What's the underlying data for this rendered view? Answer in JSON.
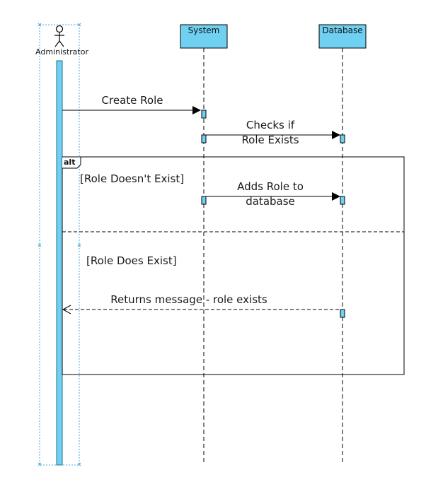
{
  "participants": {
    "actor": {
      "label": "Administrator",
      "icon": "stick-figure-actor"
    },
    "system": {
      "label": "System"
    },
    "database": {
      "label": "Database"
    }
  },
  "messages": {
    "create_role": "Create Role",
    "checks_line1": "Checks if",
    "checks_line2": "Role Exists",
    "adds_line1": "Adds Role to",
    "adds_line2": "database",
    "returns": "Returns message - role exists"
  },
  "fragment": {
    "operator": "alt",
    "guard1": "[Role Doesn't Exist]",
    "guard2": "[Role Does Exist]"
  },
  "colors": {
    "participant_fill": "#6FD0F2",
    "activation_fill": "#6FD0F2",
    "selection_dashes": "#4AA8E0",
    "lines": "#000000"
  }
}
